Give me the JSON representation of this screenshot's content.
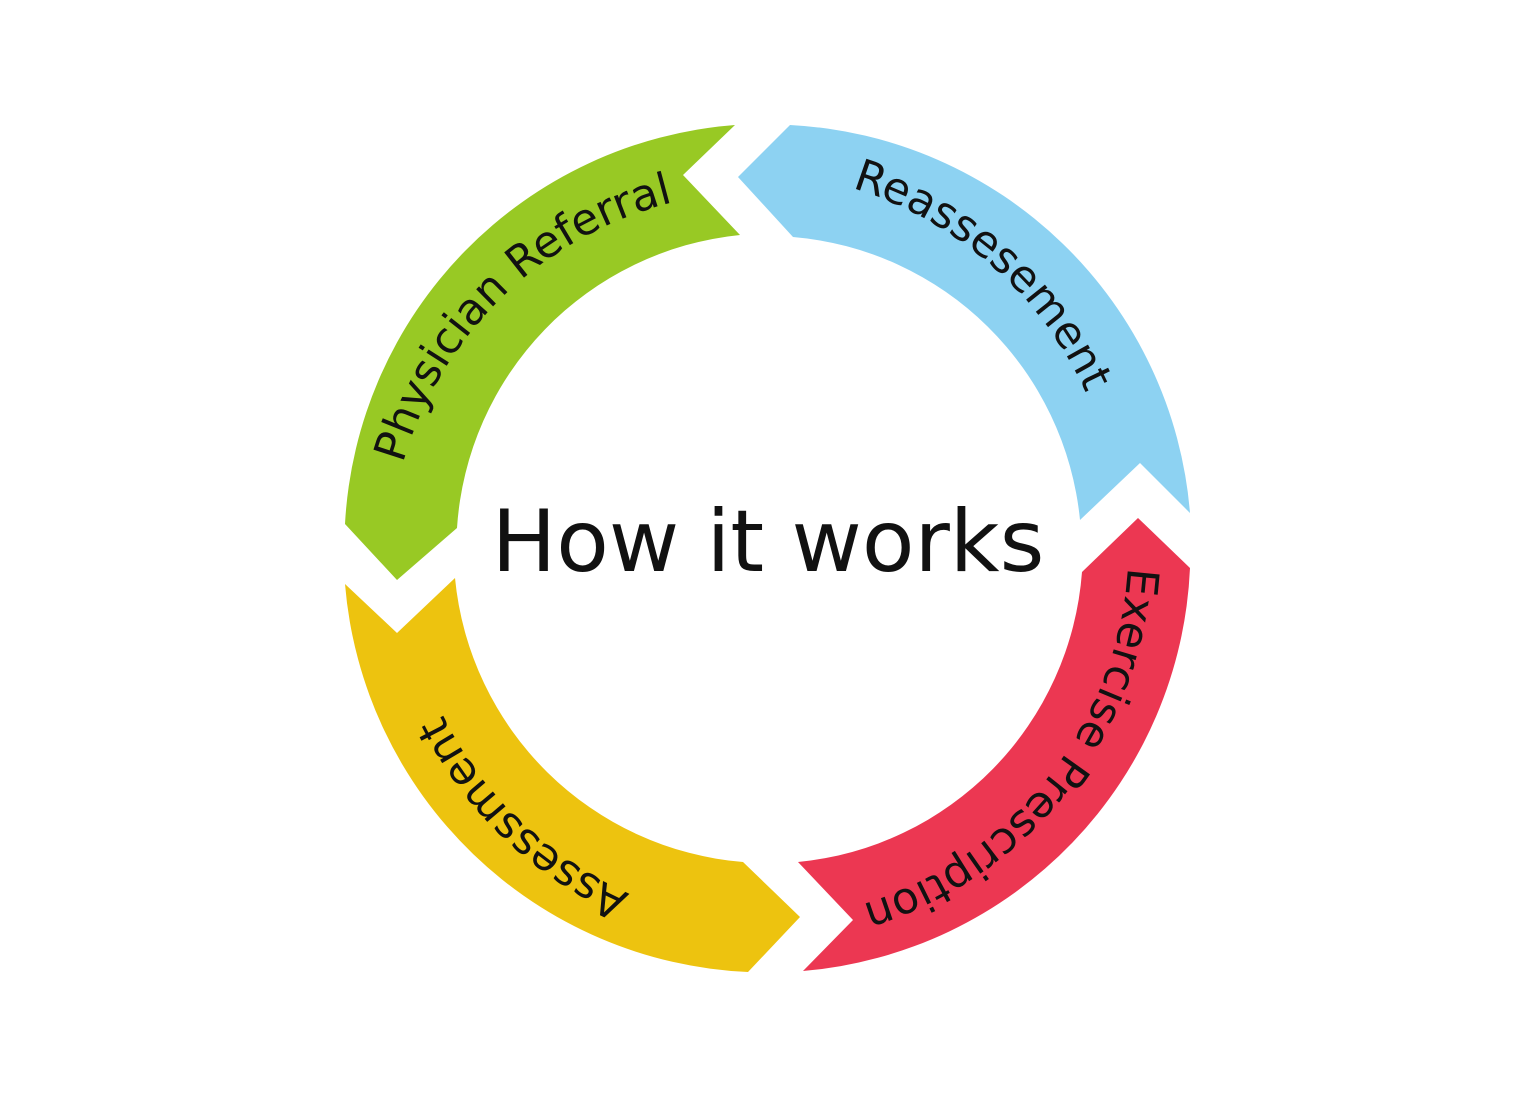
{
  "diagram": {
    "title": "How it works",
    "steps": [
      {
        "label": "Physician Referral",
        "color": "#98C924"
      },
      {
        "label": "Reassesement",
        "color": "#8DD2F2"
      },
      {
        "label": "Exercise Prescription",
        "color": "#EC3752"
      },
      {
        "label": "Assessment",
        "color": "#EDC30F"
      }
    ]
  }
}
